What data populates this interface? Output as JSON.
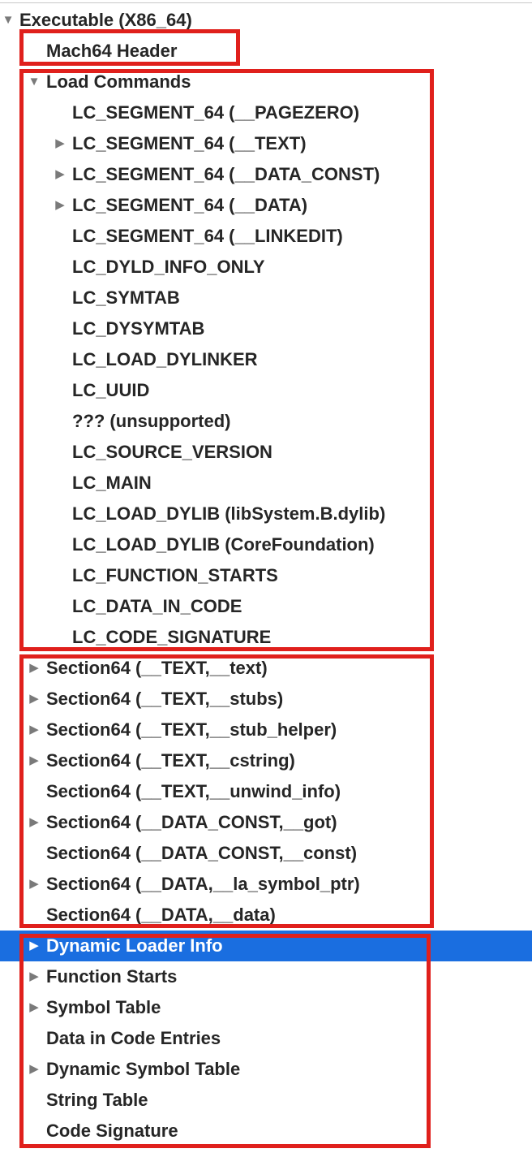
{
  "colors": {
    "selection": "#1a6ee0",
    "highlight_box": "#e0201c",
    "text": "#262626",
    "disclosure": "#7a7a7a"
  },
  "icons": {
    "expanded": "disclosure-down-icon",
    "collapsed": "disclosure-right-icon"
  },
  "tree": {
    "root": {
      "label": "Executable  (X86_64)",
      "state": "expanded"
    },
    "mach_header": {
      "label": "Mach64 Header"
    },
    "load_commands": {
      "label": "Load Commands",
      "state": "expanded",
      "items": [
        {
          "label": "LC_SEGMENT_64 (__PAGEZERO)",
          "state": "none"
        },
        {
          "label": "LC_SEGMENT_64 (__TEXT)",
          "state": "collapsed"
        },
        {
          "label": "LC_SEGMENT_64 (__DATA_CONST)",
          "state": "collapsed"
        },
        {
          "label": "LC_SEGMENT_64 (__DATA)",
          "state": "collapsed"
        },
        {
          "label": "LC_SEGMENT_64 (__LINKEDIT)",
          "state": "none"
        },
        {
          "label": "LC_DYLD_INFO_ONLY",
          "state": "none"
        },
        {
          "label": "LC_SYMTAB",
          "state": "none"
        },
        {
          "label": "LC_DYSYMTAB",
          "state": "none"
        },
        {
          "label": "LC_LOAD_DYLINKER",
          "state": "none"
        },
        {
          "label": "LC_UUID",
          "state": "none"
        },
        {
          "label": "??? (unsupported)",
          "state": "none"
        },
        {
          "label": "LC_SOURCE_VERSION",
          "state": "none"
        },
        {
          "label": "LC_MAIN",
          "state": "none"
        },
        {
          "label": "LC_LOAD_DYLIB (libSystem.B.dylib)",
          "state": "none"
        },
        {
          "label": "LC_LOAD_DYLIB (CoreFoundation)",
          "state": "none"
        },
        {
          "label": "LC_FUNCTION_STARTS",
          "state": "none"
        },
        {
          "label": "LC_DATA_IN_CODE",
          "state": "none"
        },
        {
          "label": "LC_CODE_SIGNATURE",
          "state": "none"
        }
      ]
    },
    "sections": [
      {
        "label": "Section64 (__TEXT,__text)",
        "state": "collapsed"
      },
      {
        "label": "Section64 (__TEXT,__stubs)",
        "state": "collapsed"
      },
      {
        "label": "Section64 (__TEXT,__stub_helper)",
        "state": "collapsed"
      },
      {
        "label": "Section64 (__TEXT,__cstring)",
        "state": "collapsed"
      },
      {
        "label": "Section64 (__TEXT,__unwind_info)",
        "state": "none"
      },
      {
        "label": "Section64 (__DATA_CONST,__got)",
        "state": "collapsed"
      },
      {
        "label": "Section64 (__DATA_CONST,__const)",
        "state": "none"
      },
      {
        "label": "Section64 (__DATA,__la_symbol_ptr)",
        "state": "collapsed"
      },
      {
        "label": "Section64 (__DATA,__data)",
        "state": "none"
      }
    ],
    "linkedit": [
      {
        "label": "Dynamic Loader Info",
        "state": "collapsed",
        "selected": true
      },
      {
        "label": "Function Starts",
        "state": "collapsed"
      },
      {
        "label": "Symbol Table",
        "state": "collapsed"
      },
      {
        "label": "Data in Code Entries",
        "state": "none"
      },
      {
        "label": "Dynamic Symbol Table",
        "state": "collapsed"
      },
      {
        "label": "String Table",
        "state": "none"
      },
      {
        "label": "Code Signature",
        "state": "none"
      }
    ]
  }
}
